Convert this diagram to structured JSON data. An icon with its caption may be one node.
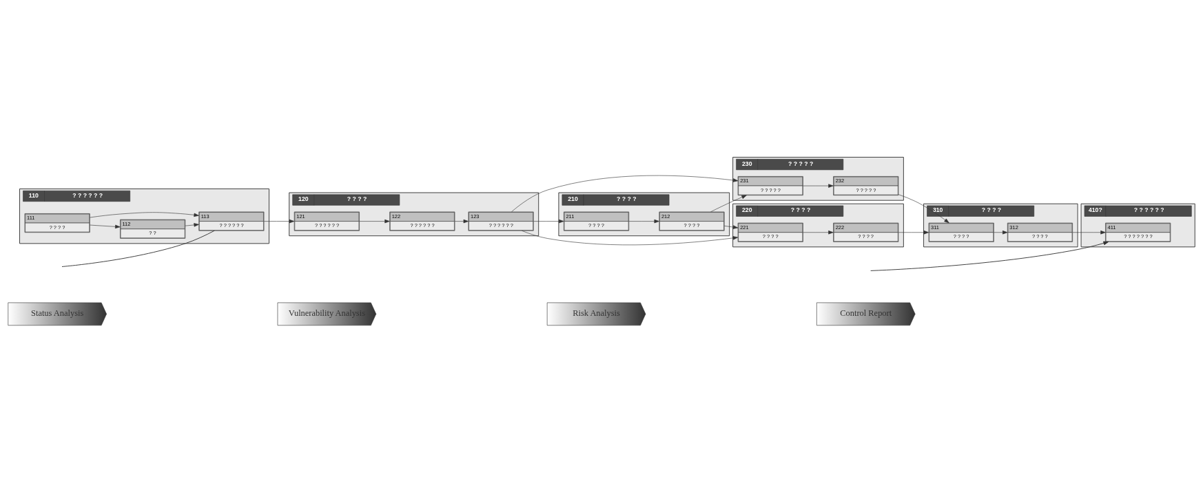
{
  "diagram": {
    "nodes": [
      {
        "text": [
          "Status Analysis"
        ]
      },
      {
        "text": [
          "Vulnerability Analysis"
        ]
      },
      {
        "text": [
          "Risk Analysis"
        ]
      },
      {
        "text": [
          "Control Report"
        ]
      },
      {
        "text": [
          "110",
          "? ? ? ? ? ?"
        ]
      },
      {
        "text": [
          "111",
          "? ? ? ?"
        ],
        "in": 4
      },
      {
        "text": [
          "112",
          "? ?"
        ],
        "in": 4
      },
      {
        "text": [
          "113",
          "? ? ? ? ? ?"
        ],
        "in": 4
      },
      {
        "text": [
          "120",
          "? ? ? ?"
        ]
      },
      {
        "text": [
          "121",
          "? ? ? ? ? ?"
        ],
        "in": 8
      },
      {
        "text": [
          "122",
          "? ? ? ? ? ?"
        ],
        "in": 8
      },
      {
        "text": [
          "123",
          "? ? ? ? ? ?"
        ],
        "in": 8
      },
      {
        "text": [
          "210",
          "? ? ? ?"
        ]
      },
      {
        "text": [
          "211",
          "? ? ? ?"
        ],
        "in": 12
      },
      {
        "text": [
          "212",
          "? ? ? ?"
        ],
        "in": 12
      },
      {
        "text": [
          "220",
          "? ? ? ?"
        ]
      },
      {
        "text": [
          "221",
          "? ? ? ?"
        ],
        "in": 15
      },
      {
        "text": [
          "222",
          "? ? ? ?"
        ],
        "in": 15
      },
      {
        "text": [
          "230",
          "? ? ? ? ?"
        ]
      },
      {
        "text": [
          "231",
          "? ? ? ? ?"
        ],
        "in": 18
      },
      {
        "text": [
          "232",
          "? ? ? ? ?"
        ],
        "in": 18
      },
      {
        "text": [
          "310",
          "? ? ? ?"
        ]
      },
      {
        "text": [
          "311",
          "? ? ? ?"
        ],
        "in": 21
      },
      {
        "text": [
          "312",
          "? ? ? ?"
        ],
        "in": 21
      },
      {
        "text": [
          "410?",
          "? ? ? ? ? ?"
        ]
      },
      {
        "text": [
          "411",
          "? ? ? ? ? ? ?"
        ],
        "in": 24
      }
    ],
    "edges": [
      {
        "from": 5,
        "to": 6,
        "arrow": "to"
      },
      {
        "from": 5,
        "to": 7,
        "arrow": "to"
      },
      {
        "from": 6,
        "to": 7,
        "arrow": "to"
      },
      {
        "from": 7,
        "to": 9,
        "arrow": "to"
      },
      {
        "from": 7,
        "to": null,
        "arrow": "none"
      },
      {
        "from": 9,
        "to": 10,
        "arrow": "to"
      },
      {
        "from": 10,
        "to": 11,
        "arrow": "to"
      },
      {
        "from": 11,
        "to": 13,
        "arrow": "to"
      },
      {
        "from": 11,
        "to": 16,
        "arrow": "to"
      },
      {
        "from": 11,
        "to": 19,
        "arrow": "to"
      },
      {
        "from": 13,
        "to": 14,
        "arrow": "to"
      },
      {
        "from": 14,
        "to": 16,
        "arrow": "to"
      },
      {
        "from": 14,
        "to": 19,
        "arrow": "to"
      },
      {
        "from": 16,
        "to": 17,
        "arrow": "to"
      },
      {
        "from": 19,
        "to": 20,
        "arrow": "to"
      },
      {
        "from": 17,
        "to": 22,
        "arrow": "to"
      },
      {
        "from": 20,
        "to": 22,
        "arrow": "to"
      },
      {
        "from": 22,
        "to": 23,
        "arrow": "to"
      },
      {
        "from": 23,
        "to": 25,
        "arrow": "to"
      },
      {
        "from": null,
        "to": 25,
        "arrow": "to"
      }
    ]
  }
}
